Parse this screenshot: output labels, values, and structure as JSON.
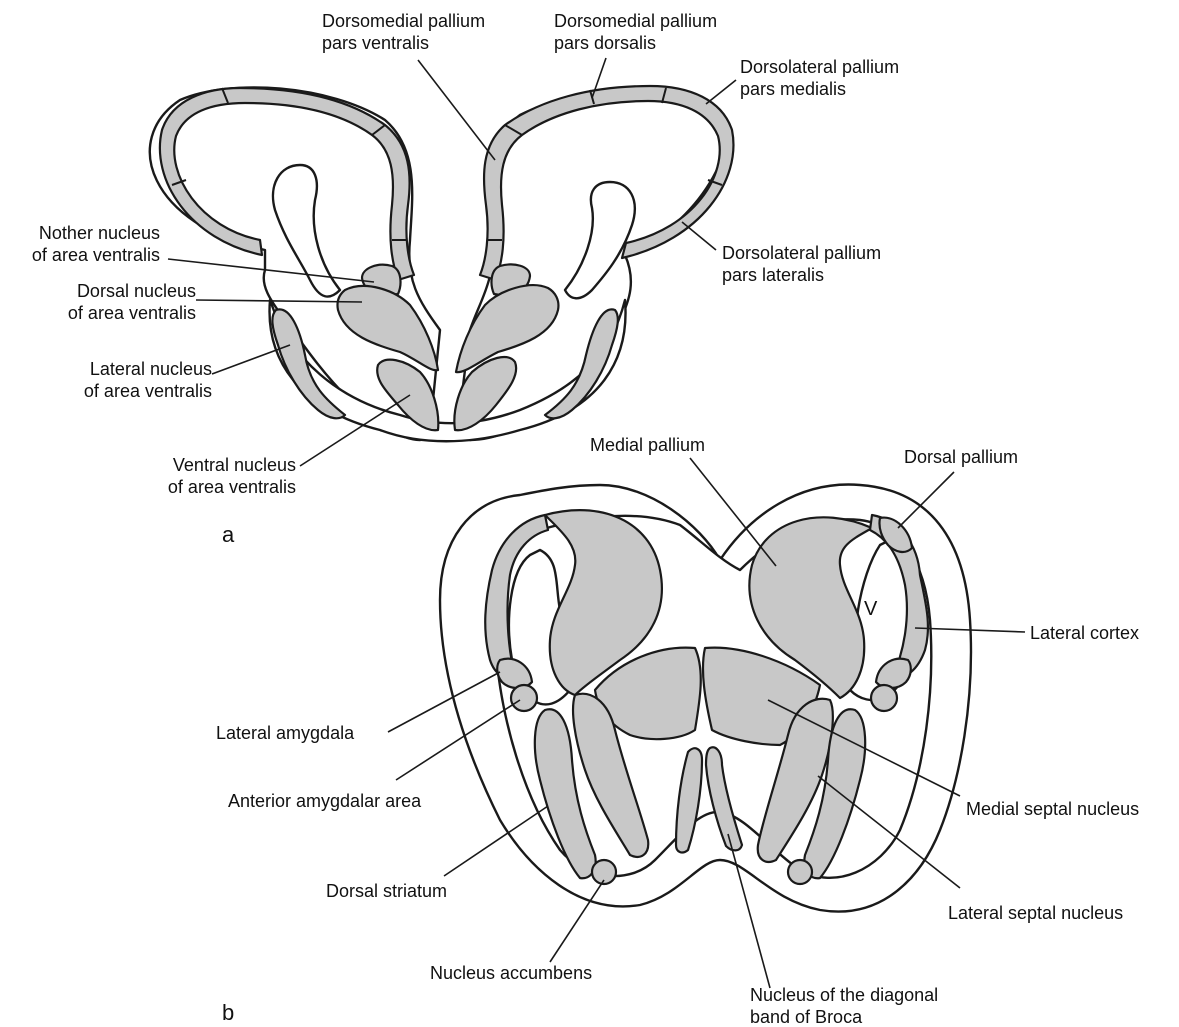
{
  "panel_a": {
    "letter": "a",
    "labels": {
      "dm_ventralis": [
        "Dorsomedial pallium",
        "pars ventralis"
      ],
      "dm_dorsalis": [
        "Dorsomedial pallium",
        "pars dorsalis"
      ],
      "dl_medialis": [
        "Dorsolateral pallium",
        "pars medialis"
      ],
      "dl_lateralis": [
        "Dorsolateral pallium",
        "pars lateralis"
      ],
      "nother": [
        "Nother nucleus",
        "of area ventralis"
      ],
      "dorsal_nucleus": [
        "Dorsal nucleus",
        "of area ventralis"
      ],
      "lateral_nucleus": [
        "Lateral nucleus",
        "of area ventralis"
      ],
      "ventral_nucleus": [
        "Ventral nucleus",
        "of area ventralis"
      ]
    }
  },
  "panel_b": {
    "letter": "b",
    "ventricle_letter": "V",
    "labels": {
      "medial_pallium": [
        "Medial pallium"
      ],
      "dorsal_pallium": [
        "Dorsal pallium"
      ],
      "lateral_cortex": [
        "Lateral cortex"
      ],
      "lateral_amygdala": [
        "Lateral amygdala"
      ],
      "anterior_amygdalar": [
        "Anterior amygdalar area"
      ],
      "medial_septal": [
        "Medial septal nucleus"
      ],
      "dorsal_striatum": [
        "Dorsal striatum"
      ],
      "lateral_septal": [
        "Lateral septal nucleus"
      ],
      "nucleus_accumbens": [
        "Nucleus accumbens"
      ],
      "diagonal_band": [
        "Nucleus of the diagonal",
        "band of Broca"
      ]
    }
  },
  "colors": {
    "region_fill": "#c8c8c8",
    "line": "#1a1a1a",
    "background": "#ffffff"
  }
}
